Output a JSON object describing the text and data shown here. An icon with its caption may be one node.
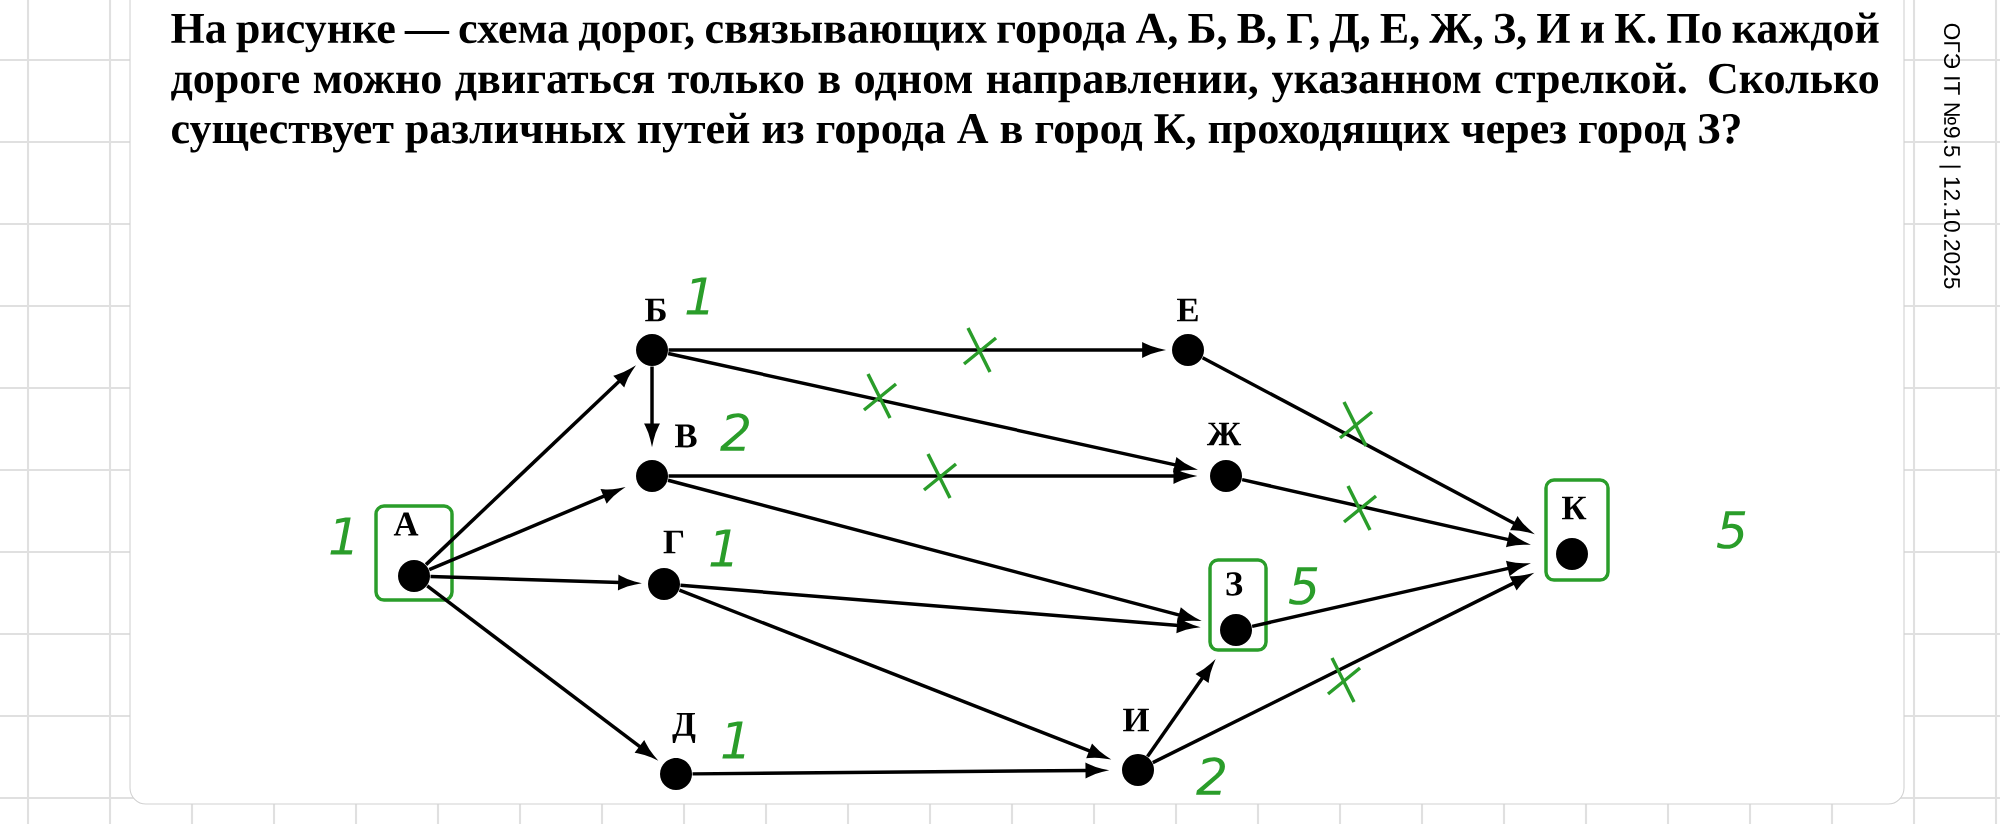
{
  "diagram": {
    "title": "На рисунке — схема дорог, связывающих города А, Б, В, Г, Д, Е, Ж, З, И и К. По каждой дороге можно двигаться только в одном направлении, указанном стрелкой. Сколько существует различных путей из города А в город К, проходящих через город З?",
    "nodes": [
      {
        "text": [
          "А"
        ],
        "beside": [
          "1"
        ]
      },
      {
        "text": [
          "Б"
        ],
        "beside": [
          "1"
        ]
      },
      {
        "text": [
          "В"
        ],
        "beside": [
          "2"
        ]
      },
      {
        "text": [
          "Г"
        ],
        "beside": [
          "1"
        ]
      },
      {
        "text": [
          "Д"
        ],
        "beside": [
          "1"
        ]
      },
      {
        "text": [
          "Е"
        ]
      },
      {
        "text": [
          "Ж"
        ]
      },
      {
        "text": [
          "З"
        ],
        "beside": [
          "5"
        ]
      },
      {
        "text": [
          "И"
        ],
        "beside": [
          "2"
        ]
      },
      {
        "text": [
          "К"
        ],
        "beside": [
          "5"
        ]
      }
    ],
    "edges": [
      {
        "from": 0,
        "to": 1,
        "arrow": "to"
      },
      {
        "from": 0,
        "to": 2,
        "arrow": "to"
      },
      {
        "from": 0,
        "to": 3,
        "arrow": "to"
      },
      {
        "from": 0,
        "to": 4,
        "arrow": "to"
      },
      {
        "from": 1,
        "to": 2,
        "arrow": "to"
      },
      {
        "from": 1,
        "to": 5,
        "arrow": "to"
      },
      {
        "from": 1,
        "to": 6,
        "arrow": "to"
      },
      {
        "from": 2,
        "to": 6,
        "arrow": "to"
      },
      {
        "from": 2,
        "to": 7,
        "arrow": "to"
      },
      {
        "from": 3,
        "to": 7,
        "arrow": "to"
      },
      {
        "from": 3,
        "to": 8,
        "arrow": "to"
      },
      {
        "from": 4,
        "to": 8,
        "arrow": "to"
      },
      {
        "from": 5,
        "to": 9,
        "arrow": "to"
      },
      {
        "from": 6,
        "to": 9,
        "arrow": "to"
      },
      {
        "from": 7,
        "to": 9,
        "arrow": "to"
      },
      {
        "from": 8,
        "to": 7,
        "arrow": "to"
      },
      {
        "from": 8,
        "to": 9,
        "arrow": "to"
      }
    ],
    "labels": [
      "ОГЭ IT №9.5 | 12.10.2025"
    ]
  }
}
